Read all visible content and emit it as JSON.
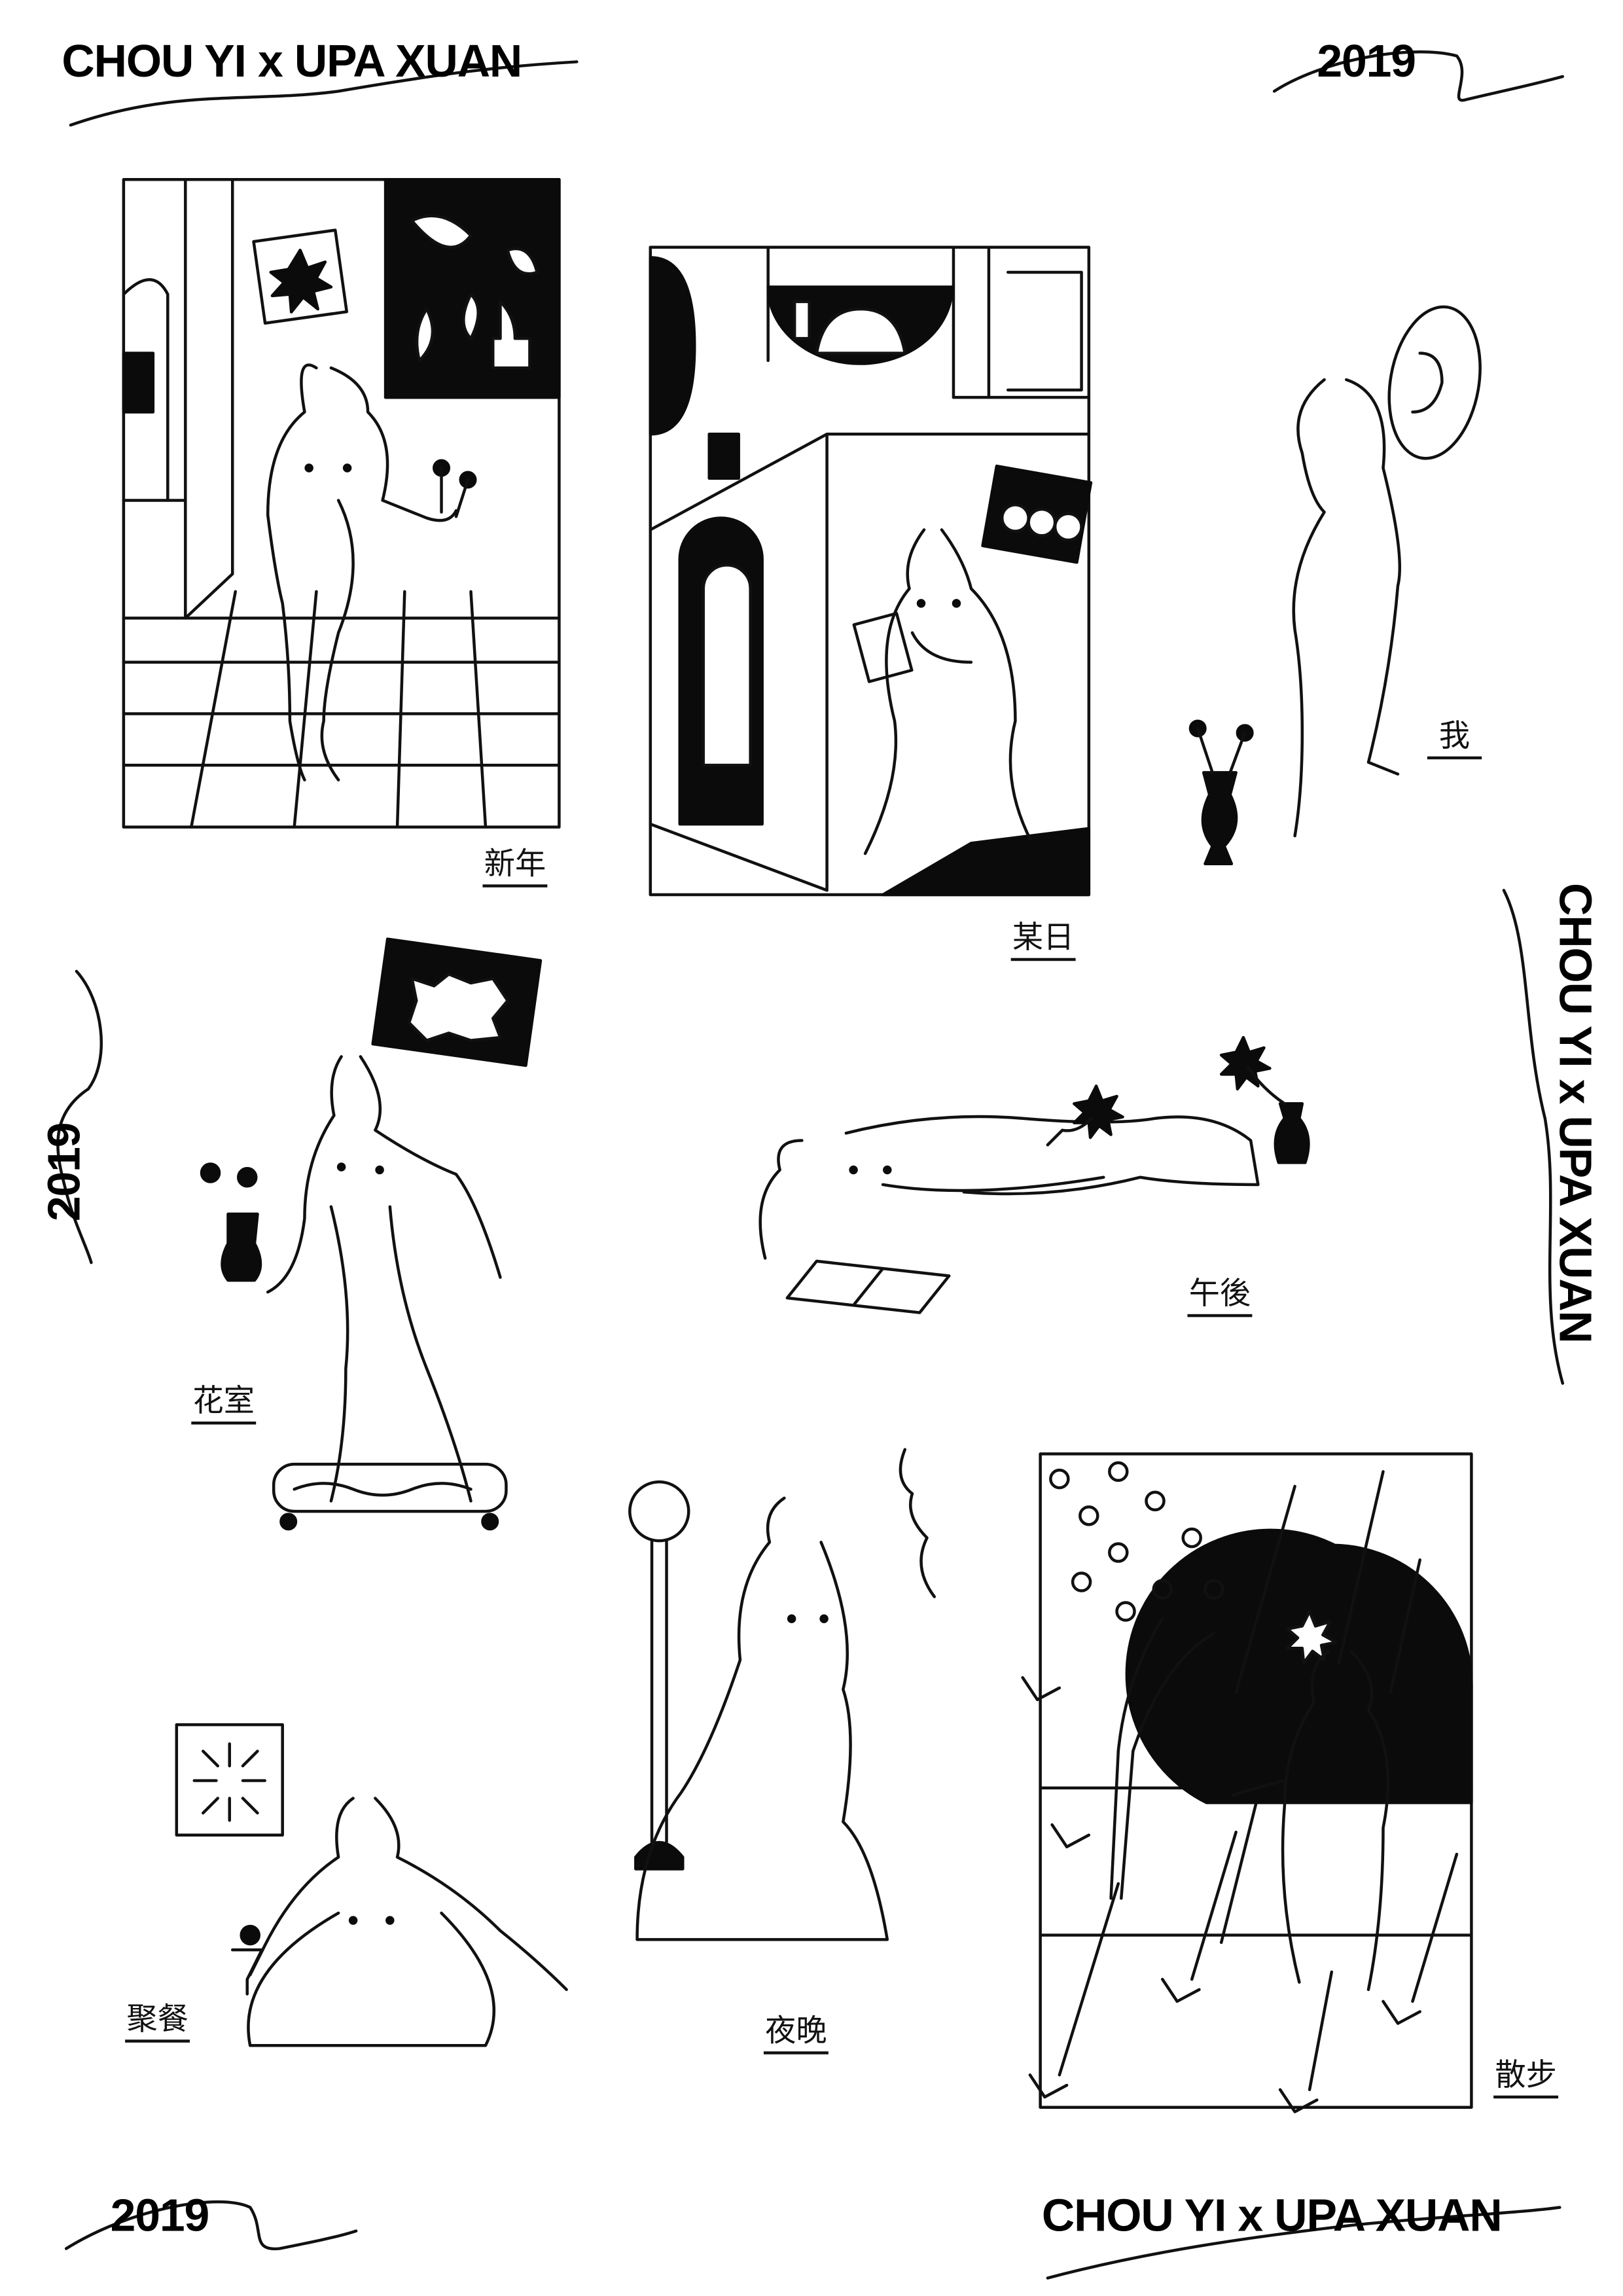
{
  "poster": {
    "credit": "CHOU YI x UPA XUAN",
    "year": "2019",
    "accent_color": "#000000",
    "background_color": "#ffffff"
  },
  "labels": {
    "new_year": "新年",
    "someday": "某日",
    "me": "我",
    "flower_room": "花室",
    "afternoon": "午後",
    "gathering": "聚餐",
    "night": "夜晚",
    "walk": "散步"
  }
}
